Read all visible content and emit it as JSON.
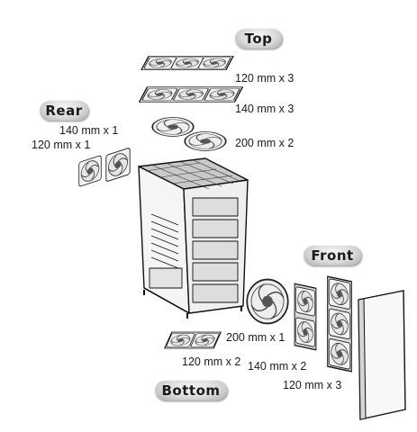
{
  "sections": {
    "top": "Top",
    "rear": "Rear",
    "front": "Front",
    "bottom": "Bottom"
  },
  "top_fans": {
    "row1": "120 mm x 3",
    "row2": "140 mm x 3",
    "row3": "200 mm x 2"
  },
  "rear_fans": {
    "row1": "140 mm x 1",
    "row2": "120 mm x 1"
  },
  "front_fans": {
    "row1": "200 mm x 1",
    "row2": "140 mm x 2",
    "row3": "120 mm x 3"
  },
  "bottom_fans": {
    "row1": "120 mm x 2"
  }
}
